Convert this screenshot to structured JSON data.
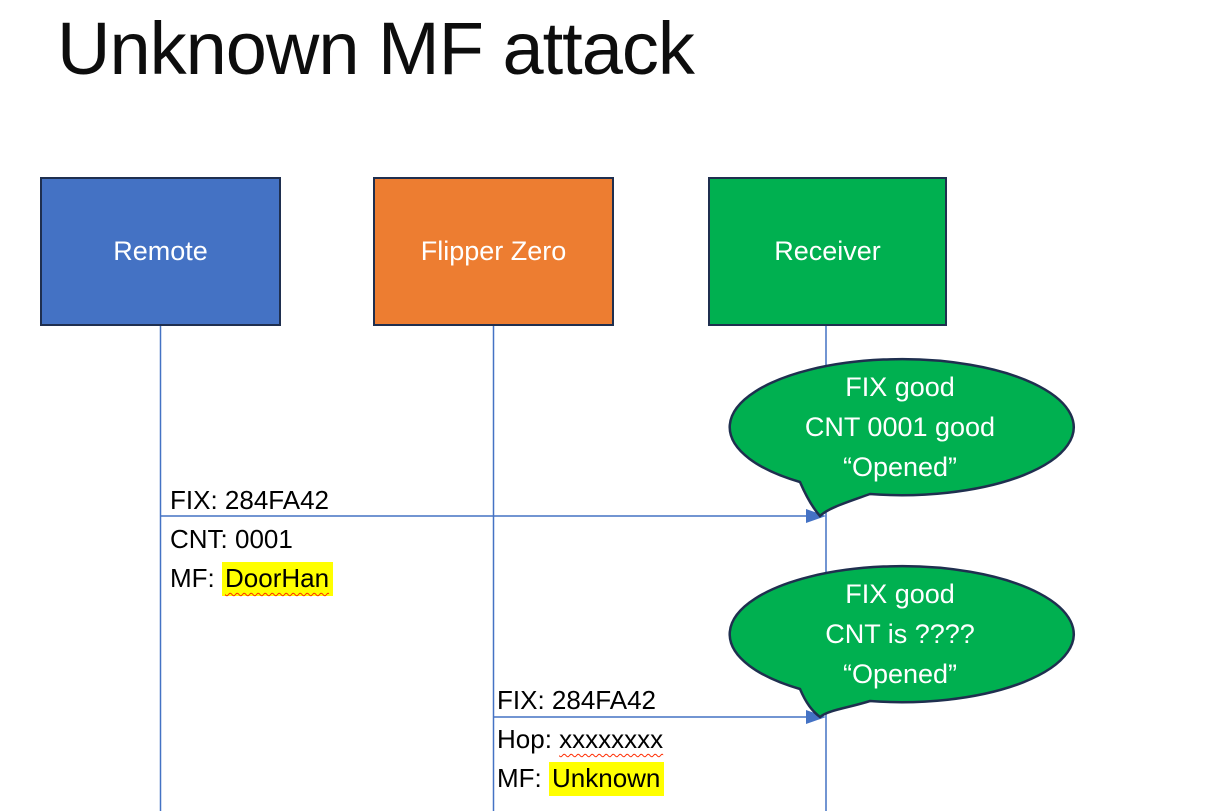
{
  "slide": {
    "title": "Unknown MF attack"
  },
  "actors": [
    {
      "label": "Remote",
      "color": "#4472C4"
    },
    {
      "label": "Flipper Zero",
      "color": "#ED7D31"
    },
    {
      "label": "Receiver",
      "color": "#00B050"
    }
  ],
  "messages": [
    {
      "above": "FIX: 284FA42",
      "row2_text": "CNT: 0001",
      "row3_prefix": "MF: ",
      "row3_value": "DoorHan"
    },
    {
      "above": "FIX: 284FA42",
      "row2_prefix": "Hop: ",
      "row2_value": "xxxxxxxx",
      "row3_prefix": "MF: ",
      "row3_value": "Unknown"
    }
  ],
  "callouts": [
    {
      "lines": [
        "FIX good",
        "CNT 0001 good",
        "“Opened”"
      ]
    },
    {
      "lines": [
        "FIX good",
        "CNT is ????",
        "“Opened”"
      ]
    }
  ],
  "colors": {
    "actor_border": "#1F2F4F",
    "lifeline_and_arrow": "#4472C4",
    "callout_fill": "#00B050",
    "highlight": "#FFFF00",
    "squiggle": "#FF2A00"
  }
}
